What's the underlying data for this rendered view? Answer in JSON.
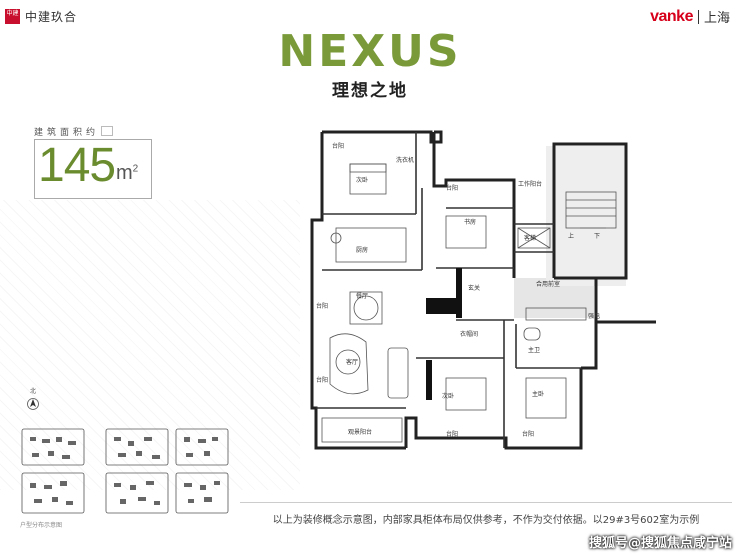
{
  "brand_left": {
    "name": "中建玖合"
  },
  "brand_right": {
    "vanke": "vanke",
    "city": "上海"
  },
  "project": {
    "title": "NEXUS",
    "slogan": "理想之地"
  },
  "area": {
    "label": "建筑面积约",
    "value": "145",
    "unit": "m",
    "unit_sup": "2"
  },
  "compass_label": "北",
  "rooms": {
    "bedroom_top": "次卧",
    "balcony_top": "台阳",
    "laundry": "洗衣机",
    "kitchen": "厨房",
    "study": "书房",
    "servant": "工作阳台",
    "elevator": "客梯",
    "lobby": "合用前室",
    "foyer": "玄关",
    "dining": "餐厅",
    "living": "客厅",
    "corridor": "衣帽间",
    "bath_master": "主卫",
    "bedroom_left": "次卧",
    "master": "主卧",
    "balcony_view": "观景阳台",
    "fire_up": "上",
    "fire_down": "下",
    "shaft": "强电",
    "balcony": "台阳"
  },
  "disclaimer": "以上为装修概念示意图，内部家具柜体布局仅供参考，不作为交付依据。以29#3号602室为示例",
  "siteplan_caption": "户型分布示意图",
  "watermark": "搜狐号@搜狐焦点咸宁站"
}
